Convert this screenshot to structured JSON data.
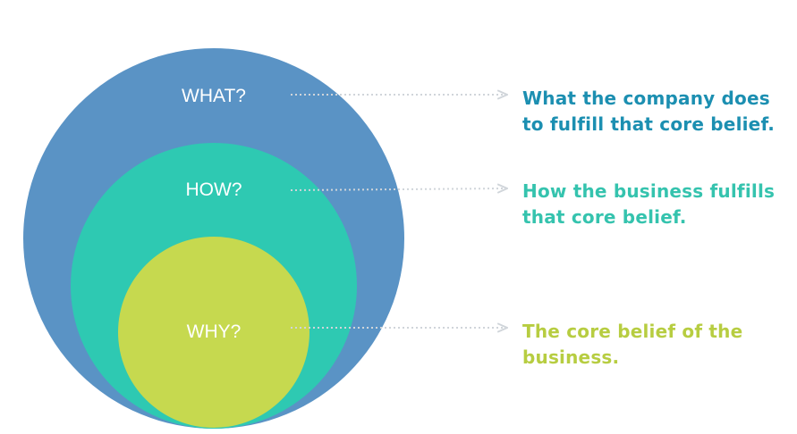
{
  "colors": {
    "what": "#5a93c5",
    "how": "#2ec9b2",
    "why": "#c6d94f",
    "what_text": "#1c8fb1",
    "how_text": "#35c3ae",
    "why_text": "#b7cd41",
    "circle_label": "#ffffff",
    "connector": "#d0d5da"
  },
  "circles": {
    "what": {
      "label": "WHAT?"
    },
    "how": {
      "label": "HOW?"
    },
    "why": {
      "label": "WHY?"
    }
  },
  "descriptions": {
    "what": {
      "line1": "What the company does",
      "line2": "to fulfill that core belief."
    },
    "how": {
      "line1": "How the business fulfills",
      "line2": "that core belief."
    },
    "why": {
      "line1": "The core belief of the",
      "line2": "business."
    }
  }
}
